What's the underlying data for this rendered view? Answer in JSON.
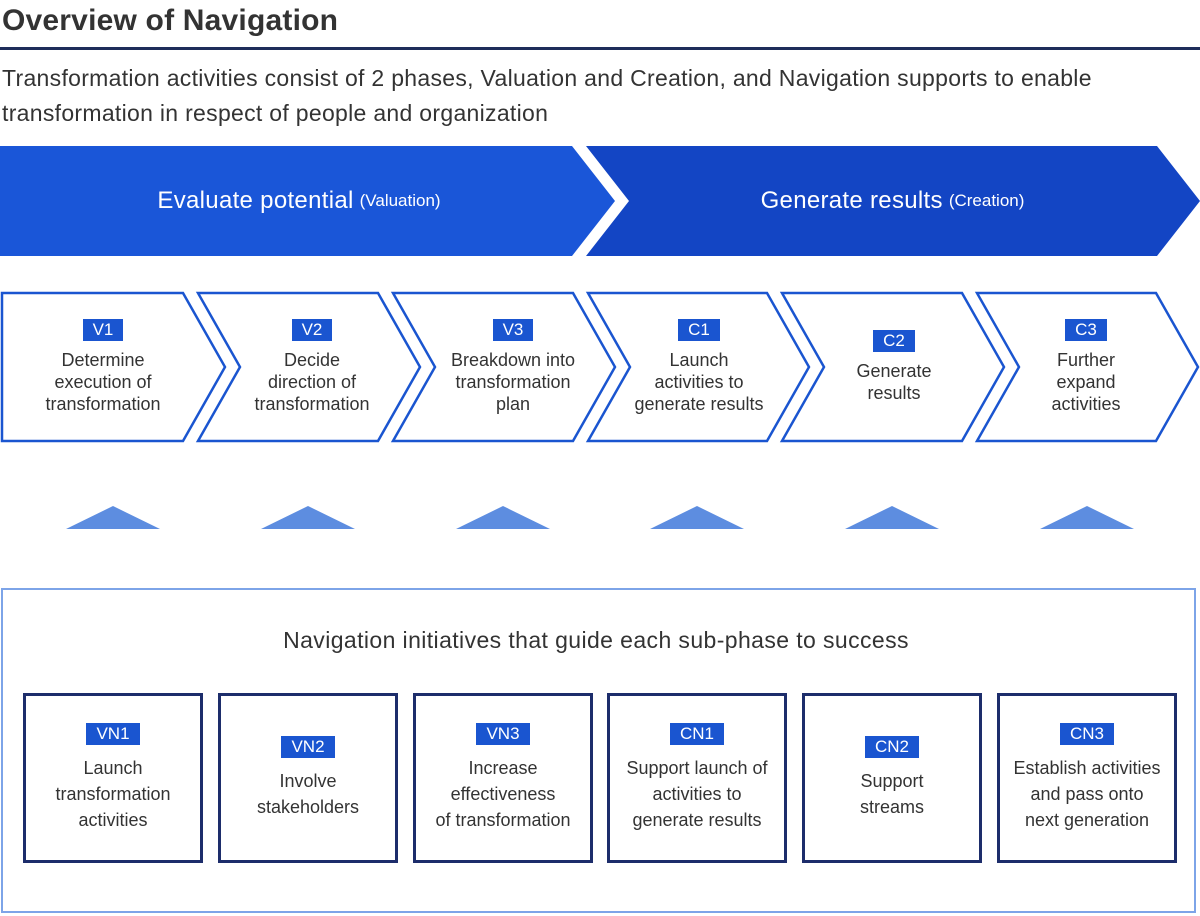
{
  "header": {
    "title": "Overview of Navigation",
    "intro": "Transformation activities consist of 2 phases, Valuation and Creation, and Navigation supports to enable transformation in respect of people and organization"
  },
  "phases": [
    {
      "label": "Evaluate potential",
      "sub": "(Valuation)"
    },
    {
      "label": "Generate results",
      "sub": "(Creation)"
    }
  ],
  "steps": [
    {
      "code": "V1",
      "text": "Determine\nexecution of\ntransformation"
    },
    {
      "code": "V2",
      "text": "Decide\ndirection of\ntransformation"
    },
    {
      "code": "V3",
      "text": "Breakdown into\ntransformation\nplan"
    },
    {
      "code": "C1",
      "text": "Launch\nactivities to\ngenerate results"
    },
    {
      "code": "C2",
      "text": "Generate\nresults"
    },
    {
      "code": "C3",
      "text": "Further\nexpand\nactivities"
    }
  ],
  "navigation": {
    "heading": "Navigation initiatives that guide each sub-phase to success",
    "items": [
      {
        "code": "VN1",
        "text": "Launch\ntransformation\nactivities"
      },
      {
        "code": "VN2",
        "text": "Involve\nstakeholders"
      },
      {
        "code": "VN3",
        "text": "Increase\neffectiveness\nof transformation"
      },
      {
        "code": "CN1",
        "text": "Support launch of\nactivities to\ngenerate results"
      },
      {
        "code": "CN2",
        "text": "Support\nstreams"
      },
      {
        "code": "CN3",
        "text": "Establish activities\nand pass onto\nnext generation"
      }
    ]
  },
  "colors": {
    "valuation_banner": "#1a56d8",
    "creation_banner": "#1345c4",
    "step_outline": "#1a55d0",
    "badge": "#1a55d0",
    "triangle": "#5d8de0",
    "nav_frame": "#7da4e8",
    "nav_card_border": "#1d2d6b",
    "title_rule": "#1e2d5a"
  }
}
